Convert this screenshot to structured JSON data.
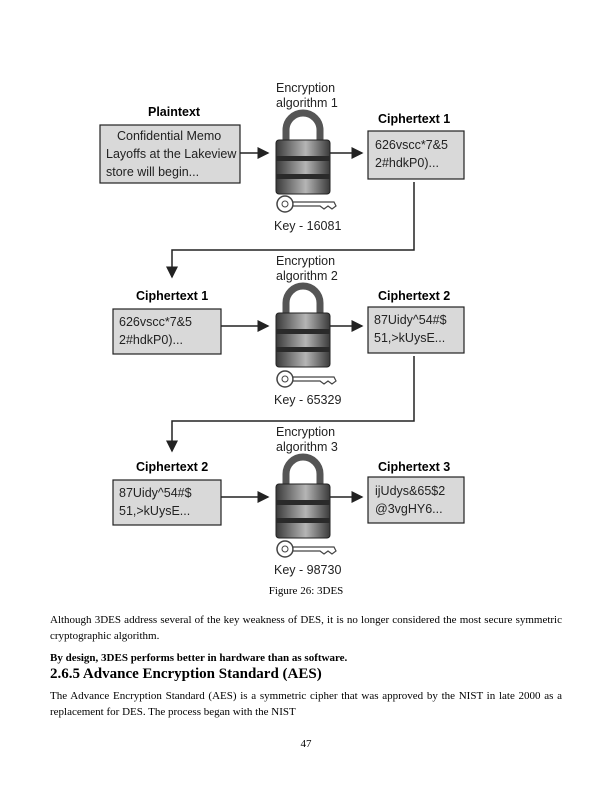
{
  "diagram": {
    "plaintext_header": "Plaintext",
    "plaintext_lines": [
      "Confidential Memo",
      "Layoffs at the Lakeview",
      "store will begin..."
    ],
    "stages": [
      {
        "algorithm_lines": [
          "Encryption",
          "algorithm 1"
        ],
        "input_header": "Plaintext",
        "output_header": "Ciphertext 1",
        "output_lines": [
          "626vscc*7&5",
          "2#hdkP0)..."
        ],
        "key_label": "Key - 16081"
      },
      {
        "algorithm_lines": [
          "Encryption",
          "algorithm 2"
        ],
        "input_header": "Ciphertext 1",
        "input_lines": [
          "626vscc*7&5",
          "2#hdkP0)..."
        ],
        "output_header": "Ciphertext 2",
        "output_lines": [
          "87Uidy^54#$",
          "51,>kUysE..."
        ],
        "key_label": "Key - 65329"
      },
      {
        "algorithm_lines": [
          "Encryption",
          "algorithm 3"
        ],
        "input_header": "Ciphertext 2",
        "input_lines": [
          "87Uidy^54#$",
          "51,>kUysE..."
        ],
        "output_header": "Ciphertext 3",
        "output_lines": [
          "ijUdys&65$2",
          "@3vgHY6..."
        ],
        "key_label": "Key - 98730"
      }
    ],
    "box_fill": "#d9d9d9",
    "icons": [
      "padlock-icon",
      "key-icon",
      "arrow-icon"
    ]
  },
  "caption": "Figure 26: 3DES",
  "paragraph1": "Although 3DES address several of the key weakness of DES, it is no longer considered the most secure symmetric cryptographic algorithm.",
  "paragraph2": "By design, 3DES performs better in hardware than as software.",
  "heading": "2.6.5 Advance Encryption Standard (AES)",
  "paragraph3": "The Advance Encryption Standard (AES) is a symmetric cipher that was approved by the NIST in late 2000 as a replacement for DES. The process began with the NIST",
  "page_number": "47"
}
